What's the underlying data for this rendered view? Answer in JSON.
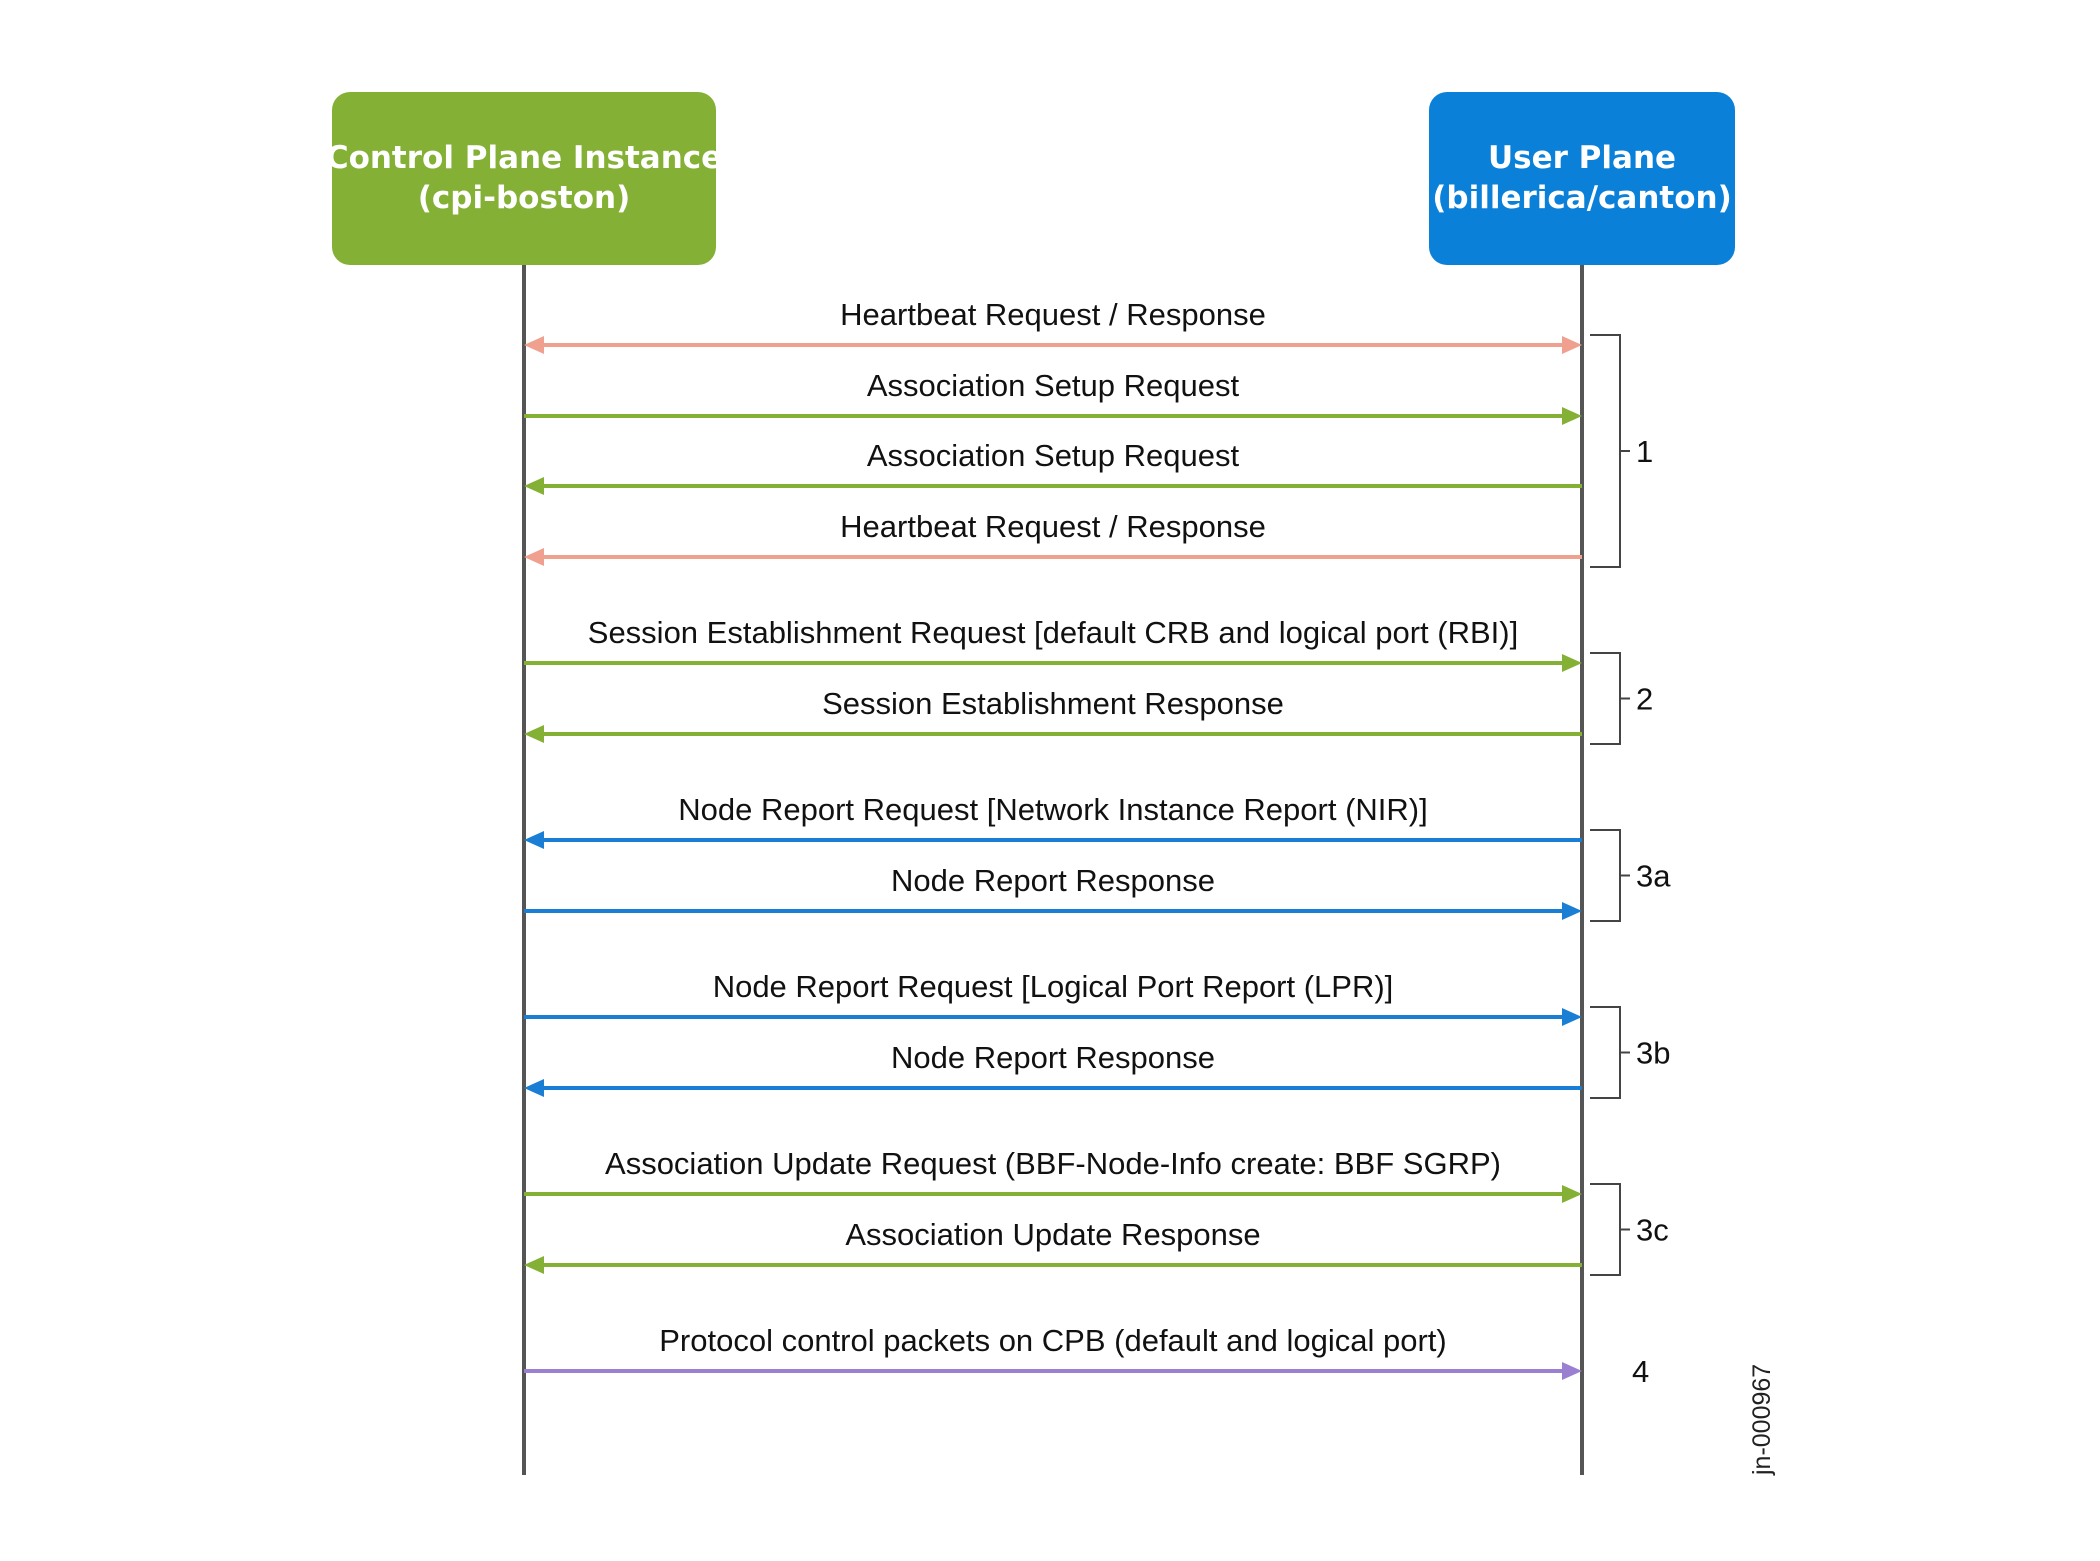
{
  "actors": {
    "left": {
      "line1": "Control Plane Instance",
      "line2": "(cpi-boston)",
      "color": "#84B135"
    },
    "right": {
      "line1": "User Plane",
      "line2": "(billerica/canton)",
      "color": "#0A80D8"
    }
  },
  "colors": {
    "heartbeat": "#F0A08E",
    "association": "#84B135",
    "node_report": "#1A7FD4",
    "protocol": "#9B7FD1",
    "lifeline": "#555555",
    "bracket": "#444444"
  },
  "messages": [
    {
      "label": "Heartbeat Request / Response",
      "direction": "both",
      "color_key": "heartbeat"
    },
    {
      "label": "Association Setup Request",
      "direction": "right",
      "color_key": "association"
    },
    {
      "label": "Association Setup Request",
      "direction": "left",
      "color_key": "association"
    },
    {
      "label": "Heartbeat Request / Response",
      "direction": "left",
      "color_key": "heartbeat"
    },
    {
      "label": "Session Establishment Request [default CRB and logical port (RBI)]",
      "direction": "right",
      "color_key": "association"
    },
    {
      "label": "Session Establishment Response",
      "direction": "left",
      "color_key": "association"
    },
    {
      "label": "Node Report Request [Network Instance Report (NIR)]",
      "direction": "left",
      "color_key": "node_report"
    },
    {
      "label": "Node Report Response",
      "direction": "right",
      "color_key": "node_report"
    },
    {
      "label": "Node Report Request [Logical Port Report (LPR)]",
      "direction": "right",
      "color_key": "node_report"
    },
    {
      "label": "Node Report Response",
      "direction": "left",
      "color_key": "node_report"
    },
    {
      "label": "Association Update Request (BBF-Node-Info create: BBF SGRP)",
      "direction": "right",
      "color_key": "association"
    },
    {
      "label": "Association Update Response",
      "direction": "left",
      "color_key": "association"
    },
    {
      "label": "Protocol control packets on CPB (default and logical port)",
      "direction": "right",
      "color_key": "protocol"
    }
  ],
  "groups": [
    {
      "label": "1",
      "first_message": 0,
      "last_message": 3,
      "bracket": true
    },
    {
      "label": "2",
      "first_message": 4,
      "last_message": 5,
      "bracket": true
    },
    {
      "label": "3a",
      "first_message": 6,
      "last_message": 7,
      "bracket": true
    },
    {
      "label": "3b",
      "first_message": 8,
      "last_message": 9,
      "bracket": true
    },
    {
      "label": "3c",
      "first_message": 10,
      "last_message": 11,
      "bracket": true
    },
    {
      "label": "4",
      "first_message": 12,
      "last_message": 12,
      "bracket": false
    }
  ],
  "figure_id": "jn-000967"
}
